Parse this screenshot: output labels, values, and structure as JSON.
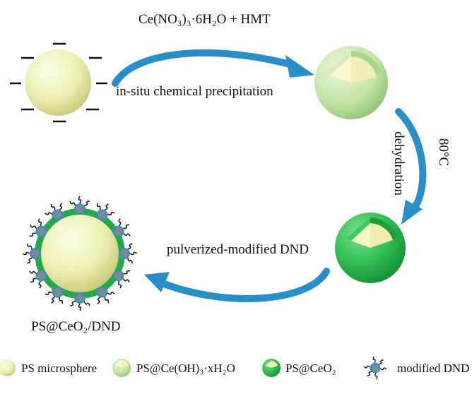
{
  "labels": {
    "reagent_top": "Ce(NO₃)₃·6H₂O + HMT",
    "step1": "in-situ chemical precipitation",
    "step2": "dehydration",
    "temperature": "80°C",
    "step3": "pulverized-modified DND",
    "product": "PS@CeO₂/DND"
  },
  "legend": [
    {
      "icon": "ps-sphere-icon",
      "label": "PS microsphere"
    },
    {
      "icon": "ps-ceoh-icon",
      "label": "PS@Ce(OH)₃·xH₂O"
    },
    {
      "icon": "ps-ceo2-icon",
      "label": "PS@CeO₂"
    },
    {
      "icon": "dnd-icon",
      "label": "modified DND"
    }
  ],
  "colors": {
    "arrow": "#2a8fc8",
    "ps_core": "#eef0b0",
    "shell_light": "#c8e6a8",
    "shell_green": "#2bb24c",
    "dnd_particle": "#7c8a96"
  }
}
